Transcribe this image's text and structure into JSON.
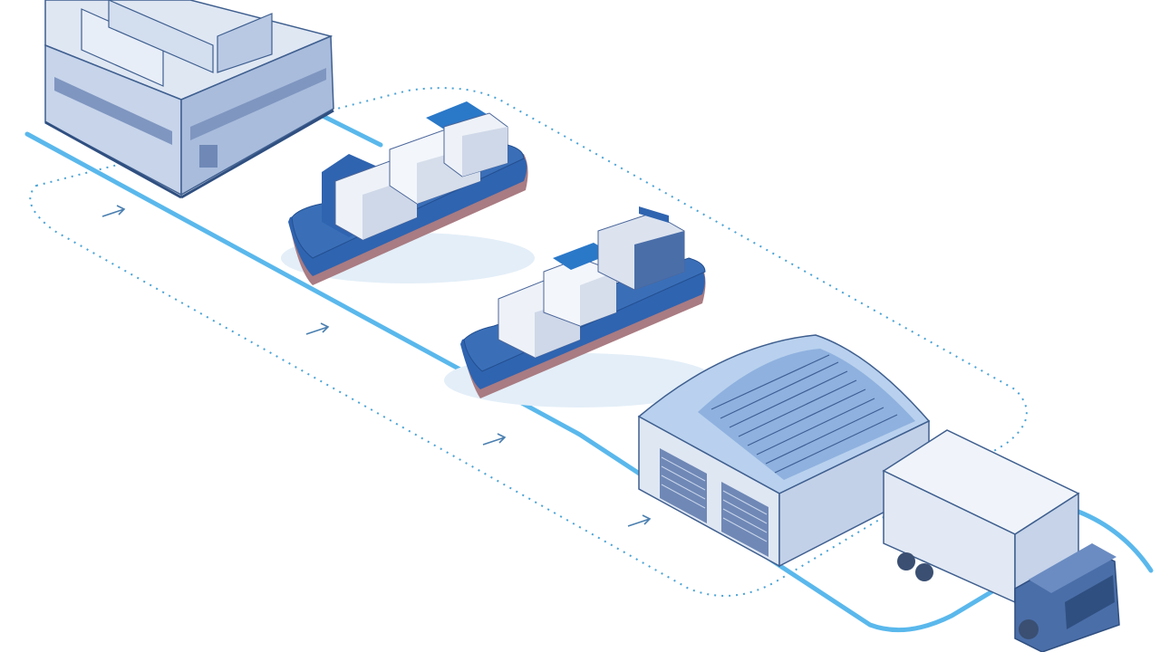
{
  "scene": {
    "background": "#ffffff",
    "route_color": "#5ab8ec",
    "dotted_color": "#4aa3d6",
    "stages": [
      {
        "id": "factory",
        "icon": "factory-icon"
      },
      {
        "id": "cargo-ship-1",
        "icon": "cargo-ship-icon"
      },
      {
        "id": "cargo-ship-2",
        "icon": "cargo-ship-icon"
      },
      {
        "id": "warehouse",
        "icon": "warehouse-icon"
      },
      {
        "id": "delivery-truck",
        "icon": "truck-icon"
      }
    ],
    "direction_markers": 5
  }
}
